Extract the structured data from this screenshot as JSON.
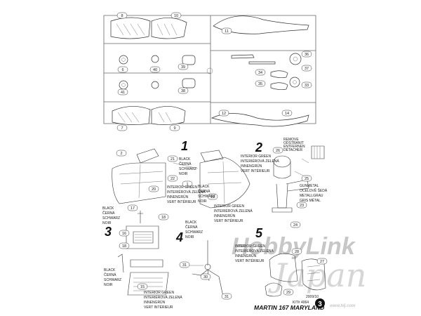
{
  "fret": {
    "part_numbers": [
      "8",
      "10",
      "11",
      "6",
      "40",
      "39",
      "38",
      "36",
      "37",
      "41",
      "34",
      "35",
      "33",
      "7",
      "9",
      "12",
      "14"
    ]
  },
  "steps": [
    {
      "number": "1"
    },
    {
      "number": "2"
    },
    {
      "number": "3"
    },
    {
      "number": "4"
    },
    {
      "number": "5"
    }
  ],
  "callouts": {
    "step1": [
      "2",
      "21",
      "22",
      "20",
      "1",
      "19"
    ],
    "step2": [
      "26",
      "25",
      "23",
      "24"
    ],
    "step3": [
      "17",
      "18",
      "16",
      "18",
      "15"
    ],
    "step4": [
      "31",
      "30",
      "31"
    ],
    "step5": [
      "28",
      "27",
      "29"
    ]
  },
  "notes": {
    "black": [
      "BLACK",
      "ČERNÁ",
      "SCHWARZ",
      "NOIR"
    ],
    "interior_green": [
      "INTERIOR GREEN",
      "INTERIÉROVÁ ZELENÁ",
      "INNENGRÜN",
      "VERT INTÉRIEUR"
    ],
    "remove": [
      "REMOVE",
      "ODSTRANIT",
      "ENTFERNEN",
      "DÉTACHER"
    ],
    "gunmetal": [
      "GUNMETAL",
      "OCELOVĚ ŠEDÁ",
      "METALLGRAU",
      "GRIS MÉTAL"
    ]
  },
  "footer": {
    "date": "2009/10",
    "kit_no": "KIT# 4064",
    "title": "MARTIN 167 MARYLAND",
    "page": "3"
  },
  "watermark": {
    "brand": "HobbyLink",
    "script": "Japan",
    "url": "www.hlj.com"
  }
}
